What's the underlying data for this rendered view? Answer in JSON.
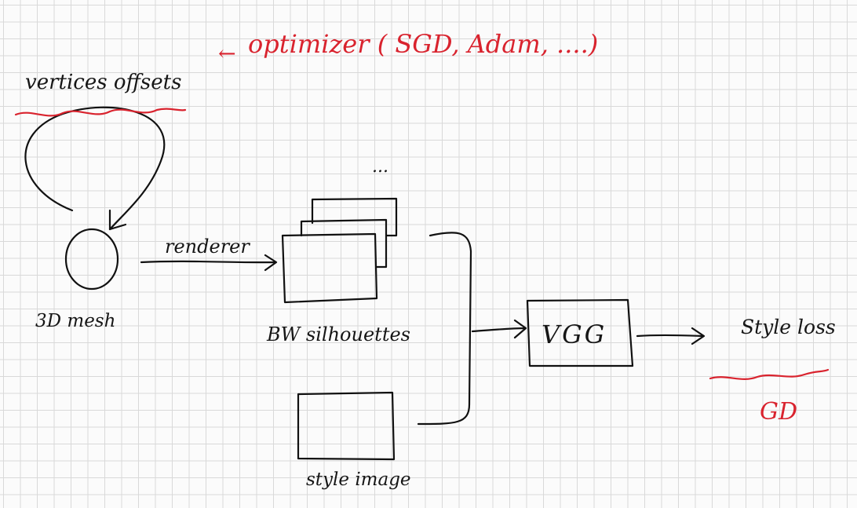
{
  "labels": {
    "optimizer": "optimizer ( SGD, Adam, ....)",
    "vertices_offsets": "vertices offsets",
    "mesh": "3D mesh",
    "renderer": "renderer",
    "silhouettes": "BW silhouettes",
    "style_image": "style image",
    "vgg": "VGG",
    "style_loss": "Style loss",
    "gd": "GD",
    "more_frames": "...",
    "arrow_left": "←"
  },
  "colors": {
    "ink": "#111111",
    "annotation_red": "#d9232e",
    "grid": "#d9d9d9",
    "paper": "#fbfbfb"
  }
}
